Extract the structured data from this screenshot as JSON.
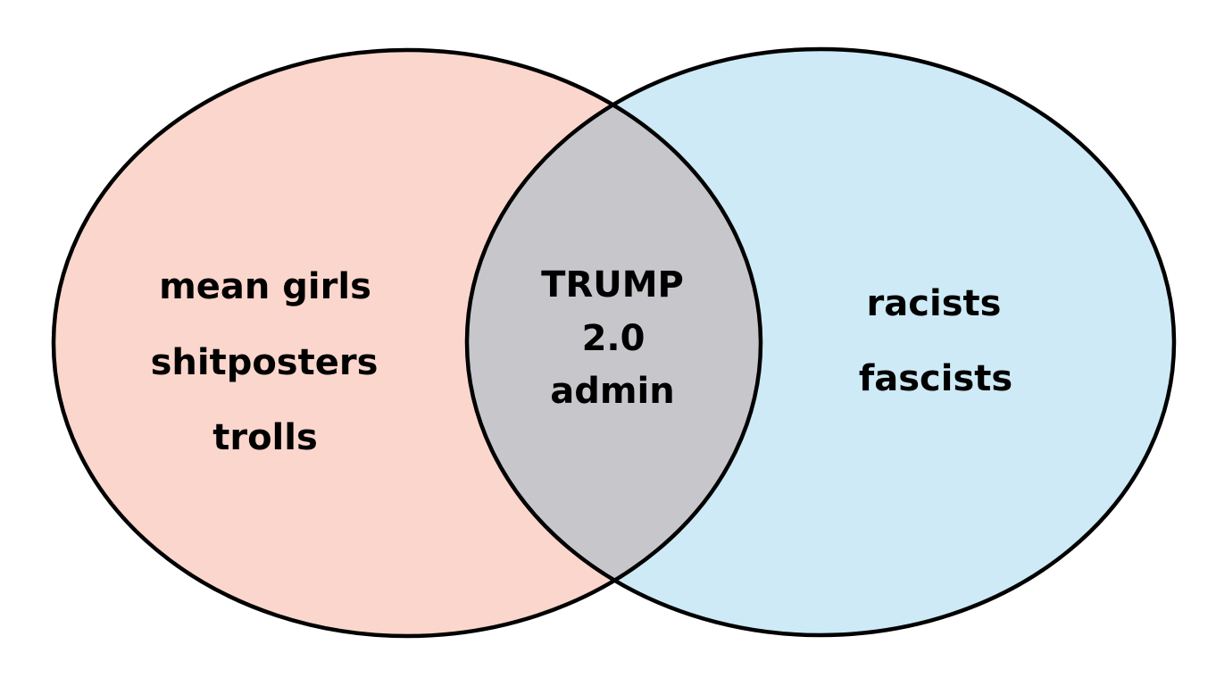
{
  "venn": {
    "background_color": "#ffffff",
    "outline_color": "#000000",
    "text_color": "#000000",
    "left_set": {
      "fill": "#fbd6cc",
      "items": [
        "mean girls",
        "shitposters",
        "trolls"
      ]
    },
    "right_set": {
      "fill": "#cdeaf6",
      "items": [
        "racists",
        "fascists"
      ]
    },
    "intersection": {
      "fill": "#c7c7cb",
      "lines": [
        "TRUMP",
        "2.0",
        "admin"
      ]
    }
  }
}
